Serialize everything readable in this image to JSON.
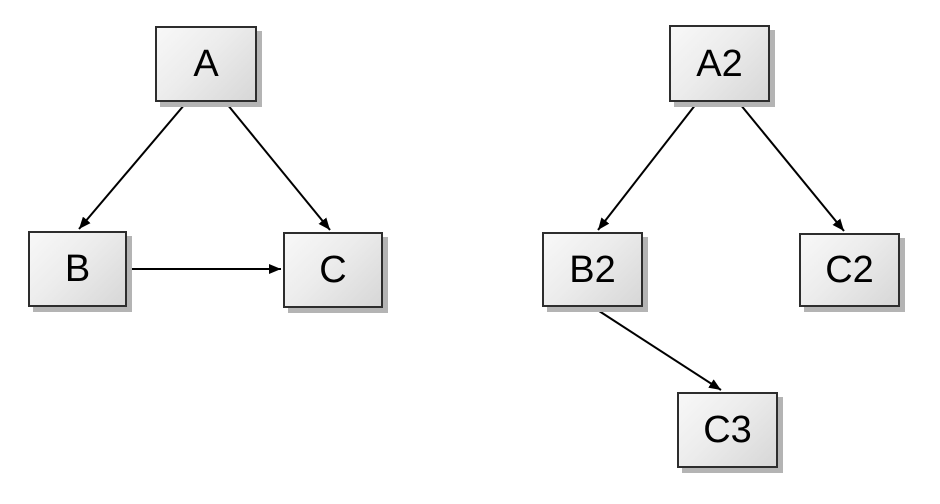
{
  "diagram": {
    "background_color": "#ffffff",
    "node_style": {
      "fill_top": "#f8f8f8",
      "fill_bottom": "#d7d7d7",
      "border_color": "#2d2d2d",
      "shadow_color": "#b4b4b4",
      "text_color": "#000000"
    },
    "edge_style": {
      "color": "#000000",
      "arrowhead": "filled-triangle"
    },
    "graphs": [
      {
        "name": "left-graph",
        "nodes": [
          {
            "id": "A",
            "label": "A"
          },
          {
            "id": "B",
            "label": "B"
          },
          {
            "id": "C",
            "label": "C"
          }
        ],
        "edges": [
          {
            "from": "A",
            "to": "B"
          },
          {
            "from": "A",
            "to": "C"
          },
          {
            "from": "B",
            "to": "C"
          }
        ]
      },
      {
        "name": "right-graph",
        "nodes": [
          {
            "id": "A2",
            "label": "A2"
          },
          {
            "id": "B2",
            "label": "B2"
          },
          {
            "id": "C2",
            "label": "C2"
          },
          {
            "id": "C3",
            "label": "C3"
          }
        ],
        "edges": [
          {
            "from": "A2",
            "to": "B2"
          },
          {
            "from": "A2",
            "to": "C2"
          },
          {
            "from": "B2",
            "to": "C3"
          }
        ]
      }
    ]
  }
}
